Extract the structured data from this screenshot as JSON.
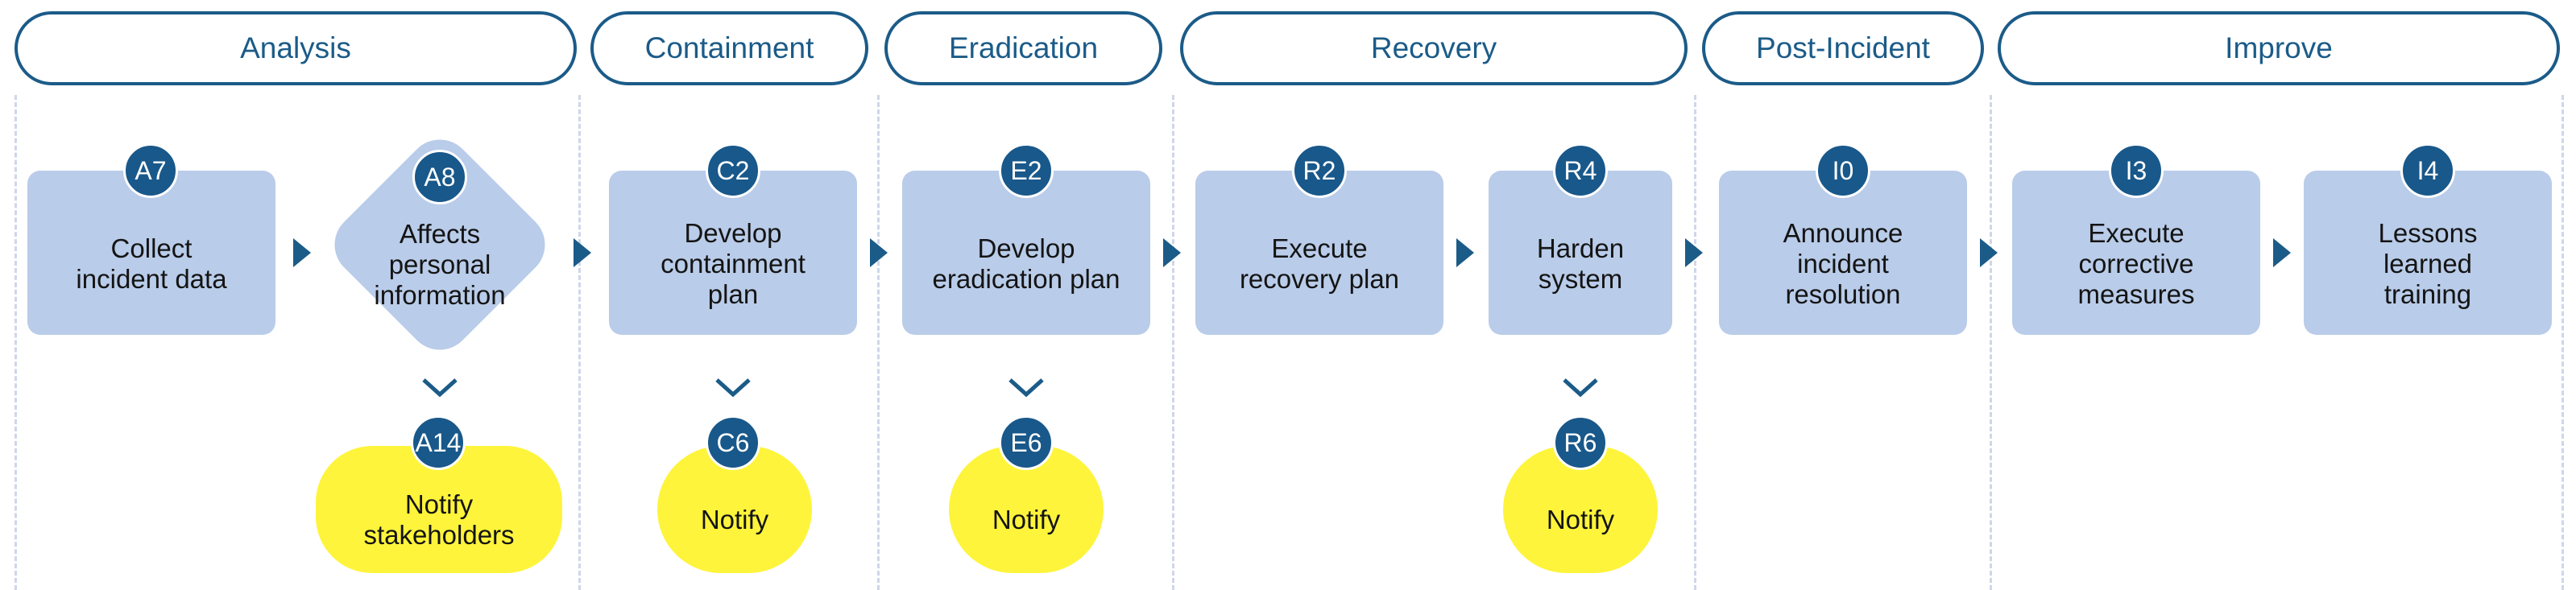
{
  "phases": {
    "analysis": "Analysis",
    "containment": "Containment",
    "eradication": "Eradication",
    "recovery": "Recovery",
    "post_incident": "Post-Incident",
    "improve": "Improve"
  },
  "steps": {
    "a7": {
      "id": "A7",
      "label": "Collect\nincident data"
    },
    "a8": {
      "id": "A8",
      "label": "Affects\npersonal\ninformation"
    },
    "c2": {
      "id": "C2",
      "label": "Develop\ncontainment\nplan"
    },
    "e2": {
      "id": "E2",
      "label": "Develop\neradication plan"
    },
    "r2": {
      "id": "R2",
      "label": "Execute\nrecovery plan"
    },
    "r4": {
      "id": "R4",
      "label": "Harden\nsystem"
    },
    "i0": {
      "id": "I0",
      "label": "Announce\nincident\nresolution"
    },
    "i3": {
      "id": "I3",
      "label": "Execute\ncorrective\nmeasures"
    },
    "i4": {
      "id": "I4",
      "label": "Lessons\nlearned\ntraining"
    }
  },
  "notifications": {
    "a14": {
      "id": "A14",
      "label": "Notify\nstakeholders"
    },
    "c6": {
      "id": "C6",
      "label": "Notify"
    },
    "e6": {
      "id": "E6",
      "label": "Notify"
    },
    "r6": {
      "id": "R6",
      "label": "Notify"
    }
  },
  "colors": {
    "accent": "#1b5b88",
    "badge": "#19588a",
    "step_fill": "#b9cce9",
    "notify_fill": "#fef43b",
    "divider": "#cfd6ea"
  },
  "icons": {
    "flow_arrow": "right-triangle-arrow-icon",
    "branch_arrow": "chevron-down-icon"
  }
}
